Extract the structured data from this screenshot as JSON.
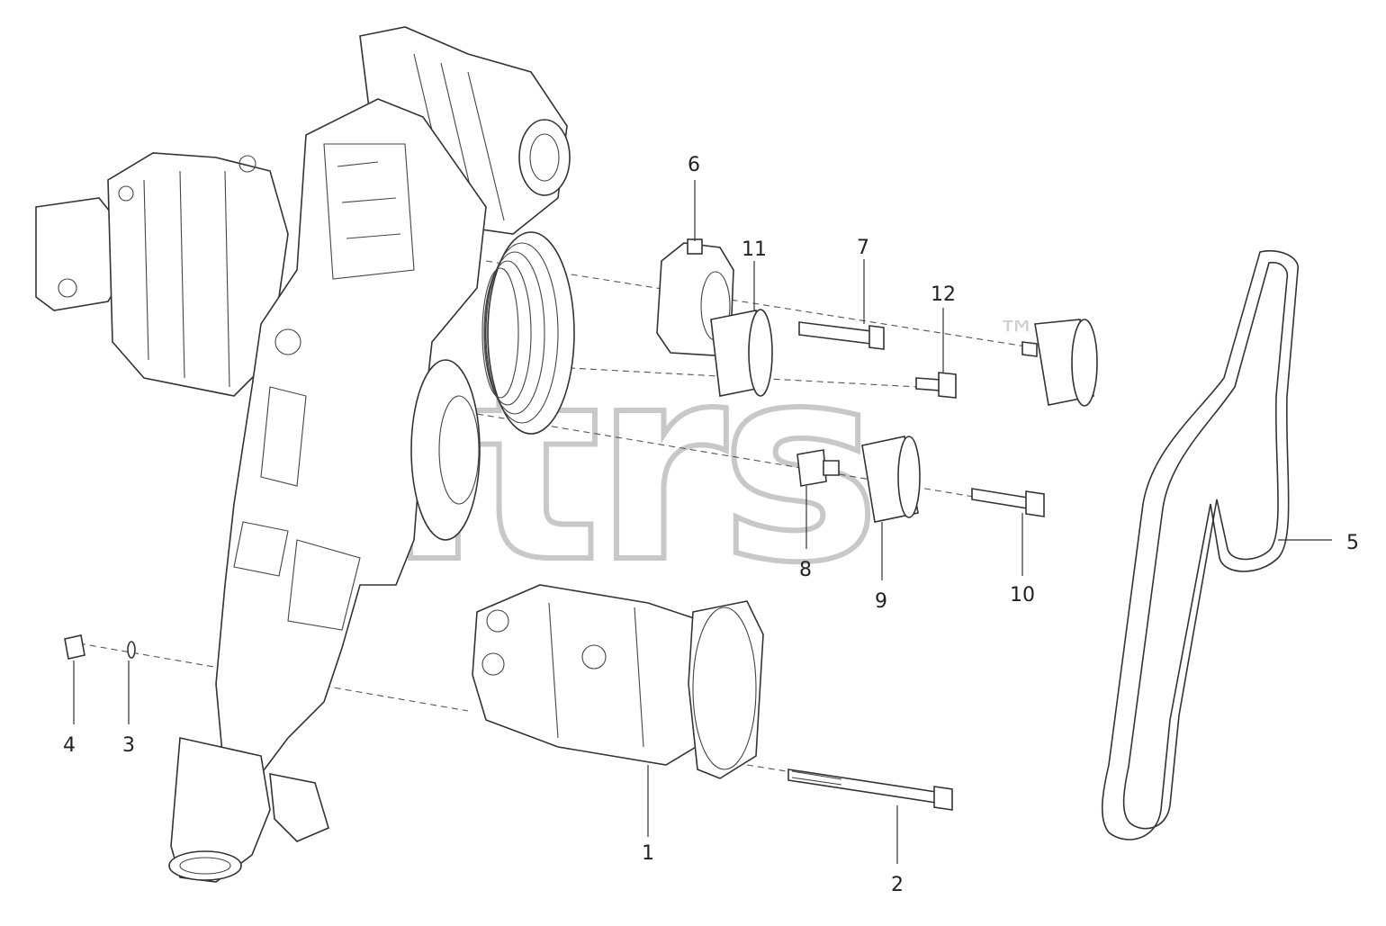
{
  "diagram": {
    "watermark": "atrs",
    "trademark": "™",
    "callouts": [
      {
        "id": "1",
        "label": "1"
      },
      {
        "id": "2",
        "label": "2"
      },
      {
        "id": "3",
        "label": "3"
      },
      {
        "id": "4",
        "label": "4"
      },
      {
        "id": "5",
        "label": "5"
      },
      {
        "id": "6",
        "label": "6"
      },
      {
        "id": "7",
        "label": "7"
      },
      {
        "id": "8",
        "label": "8"
      },
      {
        "id": "9",
        "label": "9"
      },
      {
        "id": "10",
        "label": "10"
      },
      {
        "id": "11",
        "label": "11"
      },
      {
        "id": "12",
        "label": "12"
      }
    ]
  }
}
